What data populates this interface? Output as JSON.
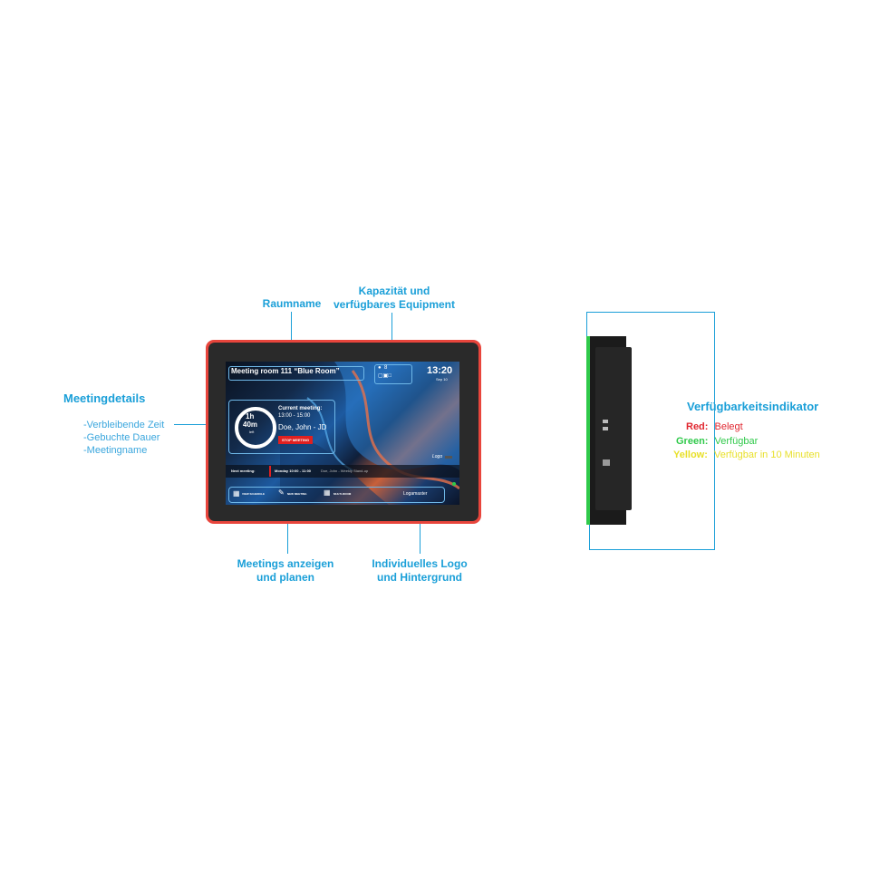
{
  "callouts": {
    "raumname": "Raumname",
    "capacity_line1": "Kapazität und",
    "capacity_line2": "verfügbares Equipment",
    "meetingdetails": "Meetingdetails",
    "details_items": [
      "-Verbleibende Zeit",
      "-Gebuchte Dauer",
      "-Meetingname"
    ],
    "meetings_line1": "Meetings anzeigen",
    "meetings_line2": "und planen",
    "logo_line1": "Individuelles Logo",
    "logo_line2": "und Hintergrund",
    "availability_title": "Verfügbarkeitsindikator"
  },
  "legend": [
    {
      "key": "Red:",
      "value": "Belegt",
      "color": "#e0262f"
    },
    {
      "key": "Green:",
      "value": "Verfügbar",
      "color": "#2fc94a"
    },
    {
      "key": "Yellow:",
      "value": "Verfügbar in 10 Minuten",
      "color": "#e8e02a"
    }
  ],
  "screen": {
    "room_name": "Meeting room 111 “Blue Room”",
    "capacity": "8",
    "time": "13:20",
    "date": "Sep 10",
    "remaining_hours": "1h",
    "remaining_minutes": "40m",
    "remaining_suffix": "left",
    "current_label": "Current meeting:",
    "current_time": "13:00 - 15:00",
    "organizer": "Doe, John - JD",
    "stop_button": "STOP MEETING",
    "logo_placeholder": "Logo",
    "next_label": "Next meeting:",
    "next_time": "Monday 10:00 - 11:00",
    "next_details": "Doe, John - Weekly Stand-up",
    "btn_schedule": "VIEW SCHEDULE",
    "btn_new": "NEW MEETING",
    "btn_multi": "MULTI-ROOM",
    "brand": "Logamaster"
  },
  "colors": {
    "accent": "#1a9fd8",
    "frame": "#e8453c",
    "indicator_green": "#2fc94a"
  }
}
